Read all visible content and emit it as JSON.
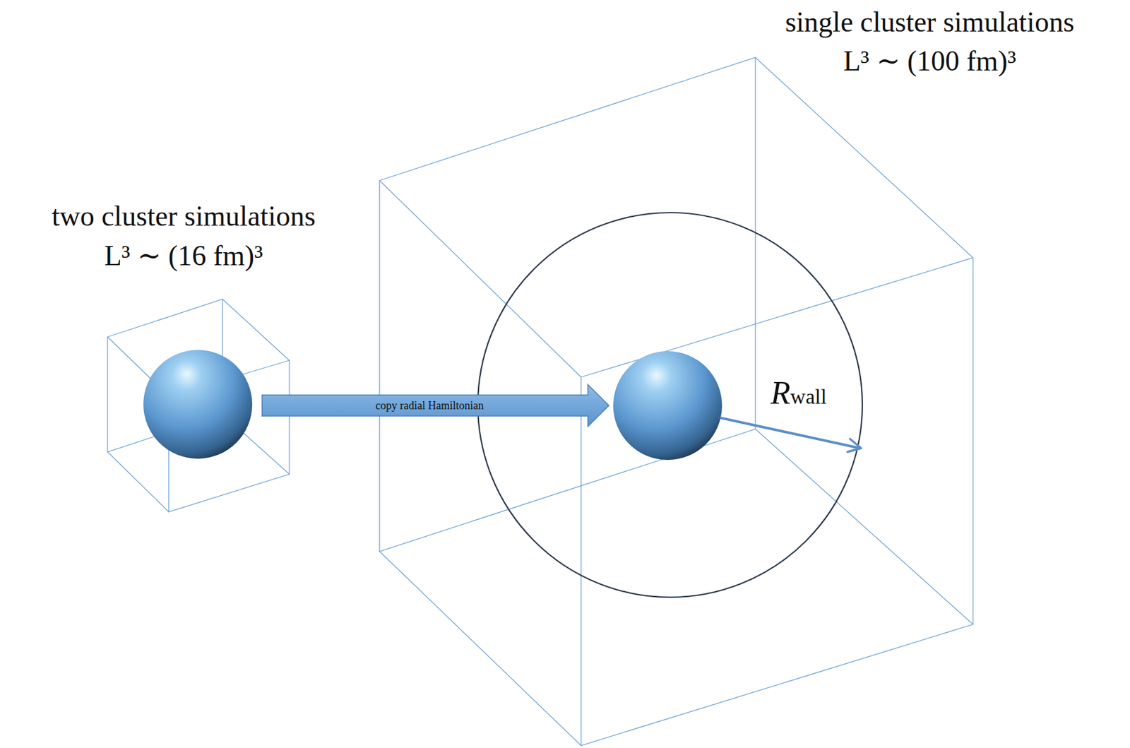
{
  "diagram": {
    "labels": [
      "two cluster simulations",
      "L³ ∼ (16 fm)³",
      "copy radial Hamiltonian",
      "single cluster simulations",
      "L³ ∼ (100 fm)³",
      "Rwall"
    ]
  }
}
